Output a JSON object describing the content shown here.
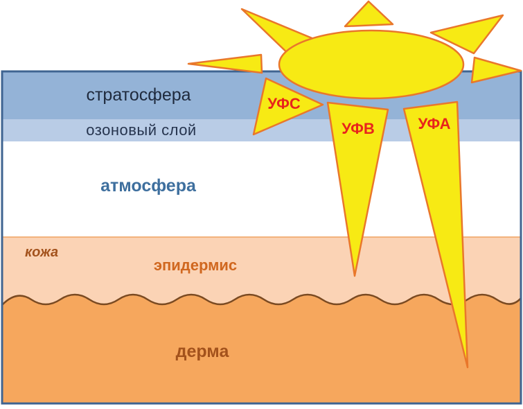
{
  "layers": {
    "stratosphere": "стратосфера",
    "ozone": "озоновый слой",
    "atmosphere": "атмосфера",
    "skin": "кожа",
    "epidermis": "эпидермис",
    "dermis": "дерма"
  },
  "rays": {
    "uvc": "УФС",
    "uvb": "УФВ",
    "uva": "УФА"
  },
  "colors": {
    "stratosphere": "#94b3d7",
    "ozone": "#b9cce6",
    "atmosphere_text": "#3e6f9e",
    "epidermis": "#fbd3b5",
    "dermis": "#f6a75d",
    "skin_text": "#a3521c",
    "epidermis_text": "#d0671f",
    "dermis_text": "#a3521c",
    "sun_fill": "#f7ea14",
    "sun_outline": "#e9772b",
    "ray_text": "#e8251c",
    "frame": "#3f6491"
  }
}
